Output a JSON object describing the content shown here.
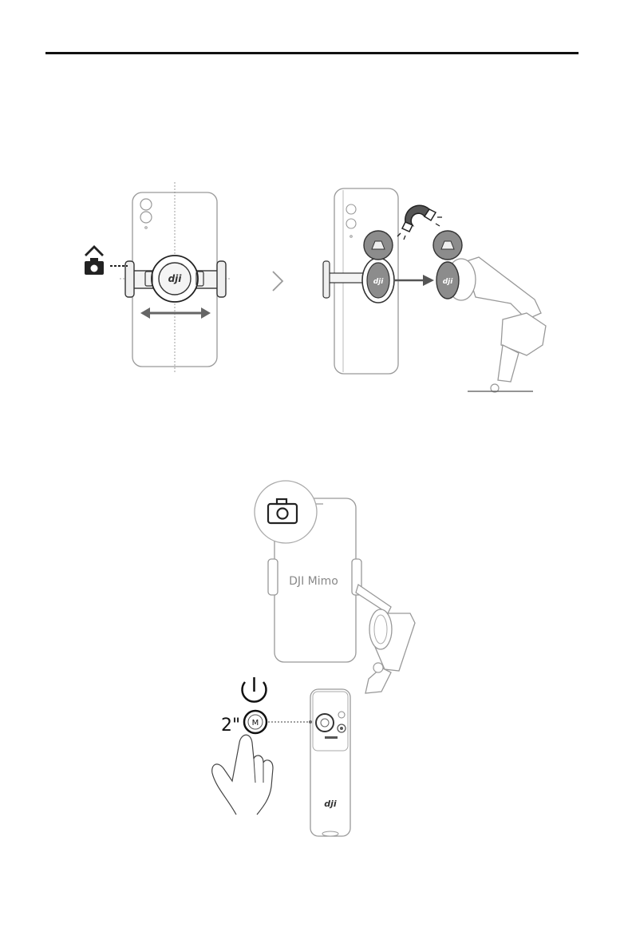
{
  "header": {
    "rule": "top-rule"
  },
  "figure1": {
    "icons": [
      "camera-up-icon",
      "double-arrow-icon",
      "chevron-right-icon",
      "magnet-icon",
      "arrow-right-icon"
    ],
    "logo_text": "dji"
  },
  "figure2": {
    "app_name": "DJI Mimo",
    "hold_duration": "2\"",
    "mode_button_label": "M",
    "icons": [
      "camera-icon",
      "power-icon",
      "hand-press-icon"
    ],
    "logo_text": "dji"
  },
  "colors": {
    "line": "#1a1a1a",
    "light_line": "#9a9a9a",
    "fill_gray": "#8c8c8c",
    "arrow_gray": "#666666"
  }
}
